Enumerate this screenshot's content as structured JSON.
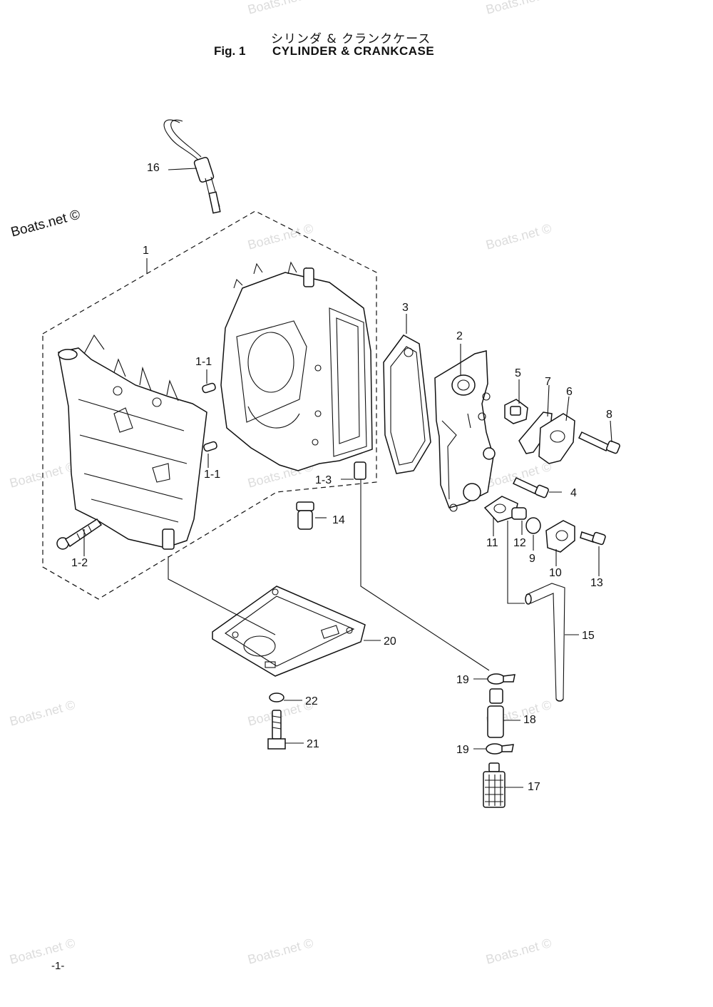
{
  "header": {
    "title_jp": "シリンダ & クランクケース",
    "fig_label": "Fig. 1",
    "title_en": "CYLINDER & CRANKCASE"
  },
  "brand_mark": "Boats.net ©",
  "watermark_text": "Boats.net ©",
  "page_number": "-1-",
  "callouts": {
    "c1": "1",
    "c1_1a": "1-1",
    "c1_1b": "1-1",
    "c1_2": "1-2",
    "c1_3": "1-3",
    "c2": "2",
    "c3": "3",
    "c4": "4",
    "c5": "5",
    "c6": "6",
    "c7": "7",
    "c8": "8",
    "c9": "9",
    "c10": "10",
    "c11": "11",
    "c12": "12",
    "c13": "13",
    "c14": "14",
    "c15": "15",
    "c16": "16",
    "c17": "17",
    "c18": "18",
    "c19a": "19",
    "c19b": "19",
    "c20": "20",
    "c21": "21",
    "c22": "22"
  },
  "colors": {
    "line": "#111111",
    "watermark": "#dcdcdc",
    "background": "#ffffff"
  }
}
